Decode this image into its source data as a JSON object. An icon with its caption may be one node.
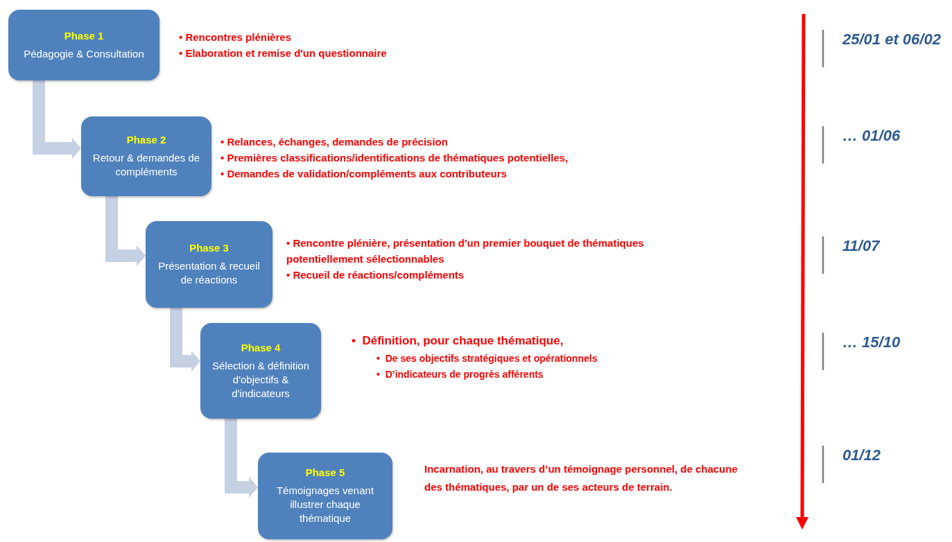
{
  "diagram": {
    "nodes": [
      {
        "text": [
          "Phase 1",
          "Pédagogie & Consultation"
        ],
        "beside": [
          "• Rencontres plénières",
          "• Elaboration et remise d'un questionnaire"
        ]
      },
      {
        "text": [
          "Phase 2",
          "Retour & demandes de compléments"
        ],
        "beside": [
          "• Relances, échanges, demandes de précision",
          "• Premières classifications/identifications de thématiques potentielles,",
          "• Demandes de validation/compléments aux contributeurs"
        ]
      },
      {
        "text": [
          "Phase 3",
          "Présentation & recueil de réactions"
        ],
        "beside": [
          "• Rencontre plénière, présentation d'un premier bouquet de thématiques potentiellement sélectionnables",
          "• Recueil de réactions/compléments"
        ]
      },
      {
        "text": [
          "Phase 4",
          "Sélection & définition d'objectifs & d'indicateurs"
        ],
        "beside": [
          "•  Définition, pour chaque thématique,",
          "•  De ses objectifs stratégiques et opérationnels",
          "•  D’indicateurs de progrès afférents"
        ]
      },
      {
        "text": [
          "Phase 5",
          "Témoignages venant illustrer chaque thématique"
        ],
        "beside": [
          "Incarnation, au travers d’un témoignage personnel, de chacune des thématiques, par un de ses acteurs de terrain."
        ]
      }
    ],
    "edges": [
      {
        "from": 0,
        "to": 1,
        "arrow": "to"
      },
      {
        "from": 1,
        "to": 2,
        "arrow": "to"
      },
      {
        "from": 2,
        "to": 3,
        "arrow": "to"
      },
      {
        "from": 3,
        "to": 4,
        "arrow": "to"
      }
    ],
    "labels": [
      "25/01 et 06/02",
      "… 01/06",
      "11/07",
      "… 15/10",
      "01/12"
    ]
  }
}
